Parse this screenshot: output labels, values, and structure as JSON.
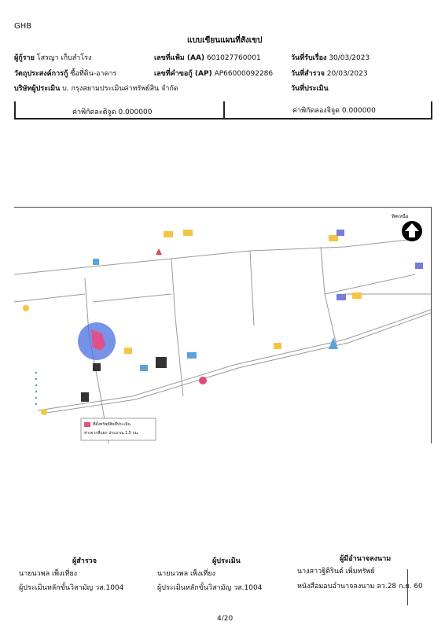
{
  "org_code": "GHB",
  "doc_title": "แบบเขียนแผนที่สังเขป",
  "header": {
    "borrower_label": "ผู้กู้ราย",
    "borrower_value": "โสรญา เก็บสำโรง",
    "purpose_label": "วัตถุประสงค์การกู้",
    "purpose_value": "ซื้อที่ดิน-อาคาร",
    "company_label": "บริษัทผู้ประเมิน",
    "company_value": "บ. กรุงสยามประเมินค่าทรัพย์สิน จำกัด",
    "form_no_label": "เลขที่แฟ้ม (AA)",
    "form_no_value": "601027760001",
    "request_no_label": "เลขที่คำขอกู้ (AP)",
    "request_no_value": "AP66000092286",
    "received_label": "วันที่รับเรื่อง",
    "received_value": "30/03/2023",
    "survey_label": "วันที่สำรวจ",
    "survey_value": "20/03/2023",
    "appraise_label": "วันที่ประเมิน",
    "appraise_value": ""
  },
  "coords": {
    "lat_label": "ค่าพิกัดละติจูด 0.000000",
    "lon_label": "ค่าพิกัดลองจิจูด 0.000000"
  },
  "map": {
    "north_label": "ทิศเหนือ",
    "legend_text": "ที่ตั้งทรัพย์สินที่ประเมิน",
    "legend_sub": "ห่างจากสี่แยก ประมาณ 1.5 กม."
  },
  "signatures": {
    "surveyor_title": "ผู้สำรวจ",
    "surveyor_name": "นายนวพล เพ็งเที่ยง",
    "surveyor_pos": "ผู้ประเมินหลักขั้นวิสามัญ วส.1004",
    "appraiser_title": "ผู้ประเมิน",
    "appraiser_name": "นายนวพล เพ็งเที่ยง",
    "appraiser_pos": "ผู้ประเมินหลักขั้นวิสามัญ วส.1004",
    "authority_title": "ผู้มีอำนาจลงนาม",
    "authority_name": "นางสาวฐิติรินต์ เพิ่มทรัพย์",
    "authority_pos": "หนังสือมอบอำนาจลงนาม ลว.28 ก.ย. 60"
  },
  "page_number": "4/20"
}
